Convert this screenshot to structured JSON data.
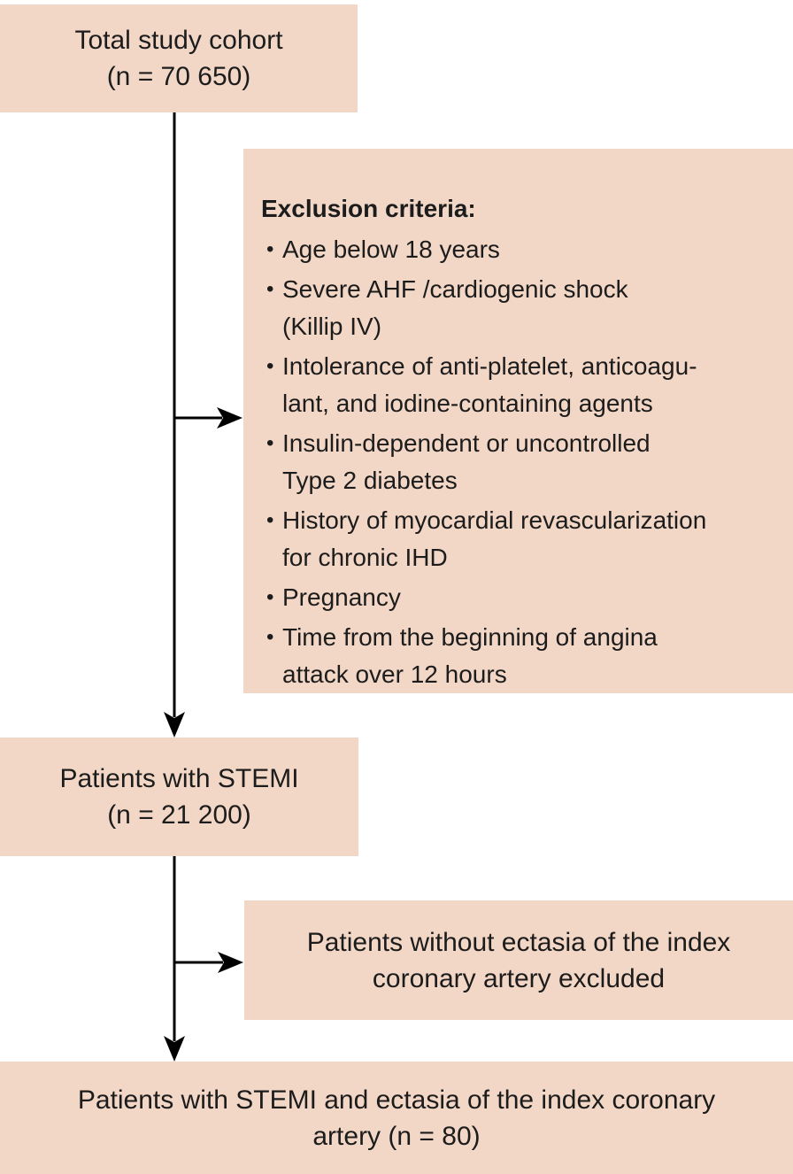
{
  "colors": {
    "box_bg": "#f3d7c6",
    "text": "#1c1c1c",
    "arrow": "#000000"
  },
  "flowchart": {
    "nodes": {
      "total_cohort": {
        "text": "Total study cohort\n(n = 70 650)"
      },
      "exclusion": {
        "heading": "Exclusion criteria:",
        "bullet": "•",
        "items": [
          "Age below 18 years",
          "Severe AHF /cardiogenic shock\n(Killip IV)",
          "Intolerance of anti-platelet, anticoagu-\nlant, and iodine-containing agents",
          "Insulin-dependent or uncontrolled\nType 2 diabetes",
          "History of myocardial revascularization\nfor chronic IHD",
          "Pregnancy",
          "Time from the beginning of angina\nattack over 12 hours"
        ]
      },
      "stemi": {
        "text": "Patients with STEMI\n(n = 21 200)"
      },
      "no_ectasia": {
        "text": "Patients without ectasia of the index\ncoronary artery excluded"
      },
      "final": {
        "text": "Patients with STEMI and ectasia of the index coronary\nartery (n = 80)"
      }
    }
  }
}
